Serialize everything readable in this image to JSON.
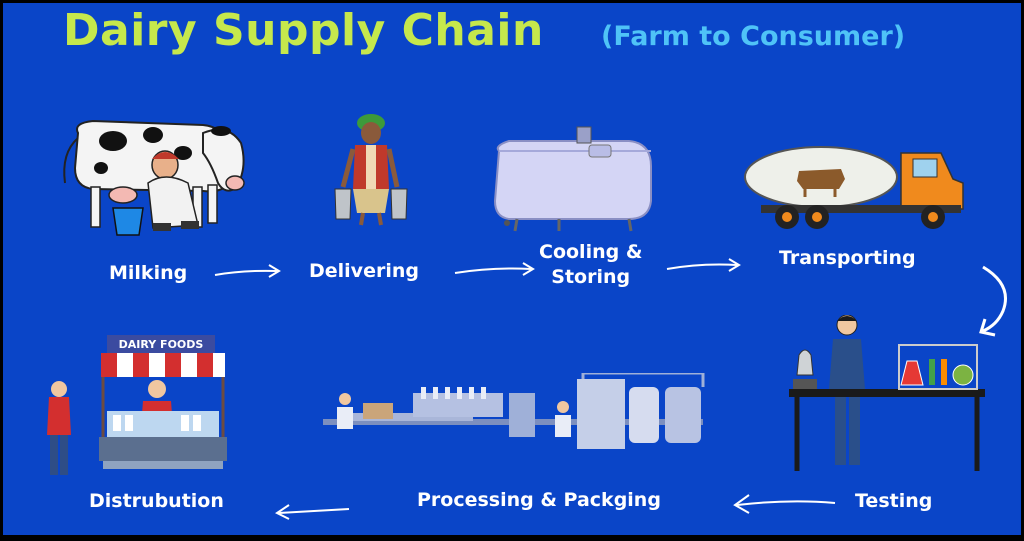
{
  "title": "Dairy Supply Chain",
  "subtitle": "(Farm to Consumer)",
  "steps": [
    {
      "id": "milking",
      "label": "Milking"
    },
    {
      "id": "delivering",
      "label": "Delivering"
    },
    {
      "id": "cooling",
      "label_line1": "Cooling &",
      "label_line2": "Storing"
    },
    {
      "id": "transporting",
      "label": "Transporting"
    },
    {
      "id": "testing",
      "label": "Testing"
    },
    {
      "id": "processing",
      "label": "Processing & Packging"
    },
    {
      "id": "distribution",
      "label": "Distrubution",
      "sign_text": "DAIRY FOODS"
    }
  ],
  "colors": {
    "background": "#0a45c8",
    "title": "#c6e84c",
    "subtitle": "#4fc3f7",
    "labels": "#ffffff",
    "arrows": "#ffffff"
  },
  "icons": [
    "cow-milking-illustration",
    "milk-delivery-man-illustration",
    "milk-cooling-tank-illustration",
    "milk-tanker-truck-illustration",
    "lab-scientist-illustration",
    "processing-plant-illustration",
    "dairy-shop-illustration"
  ]
}
